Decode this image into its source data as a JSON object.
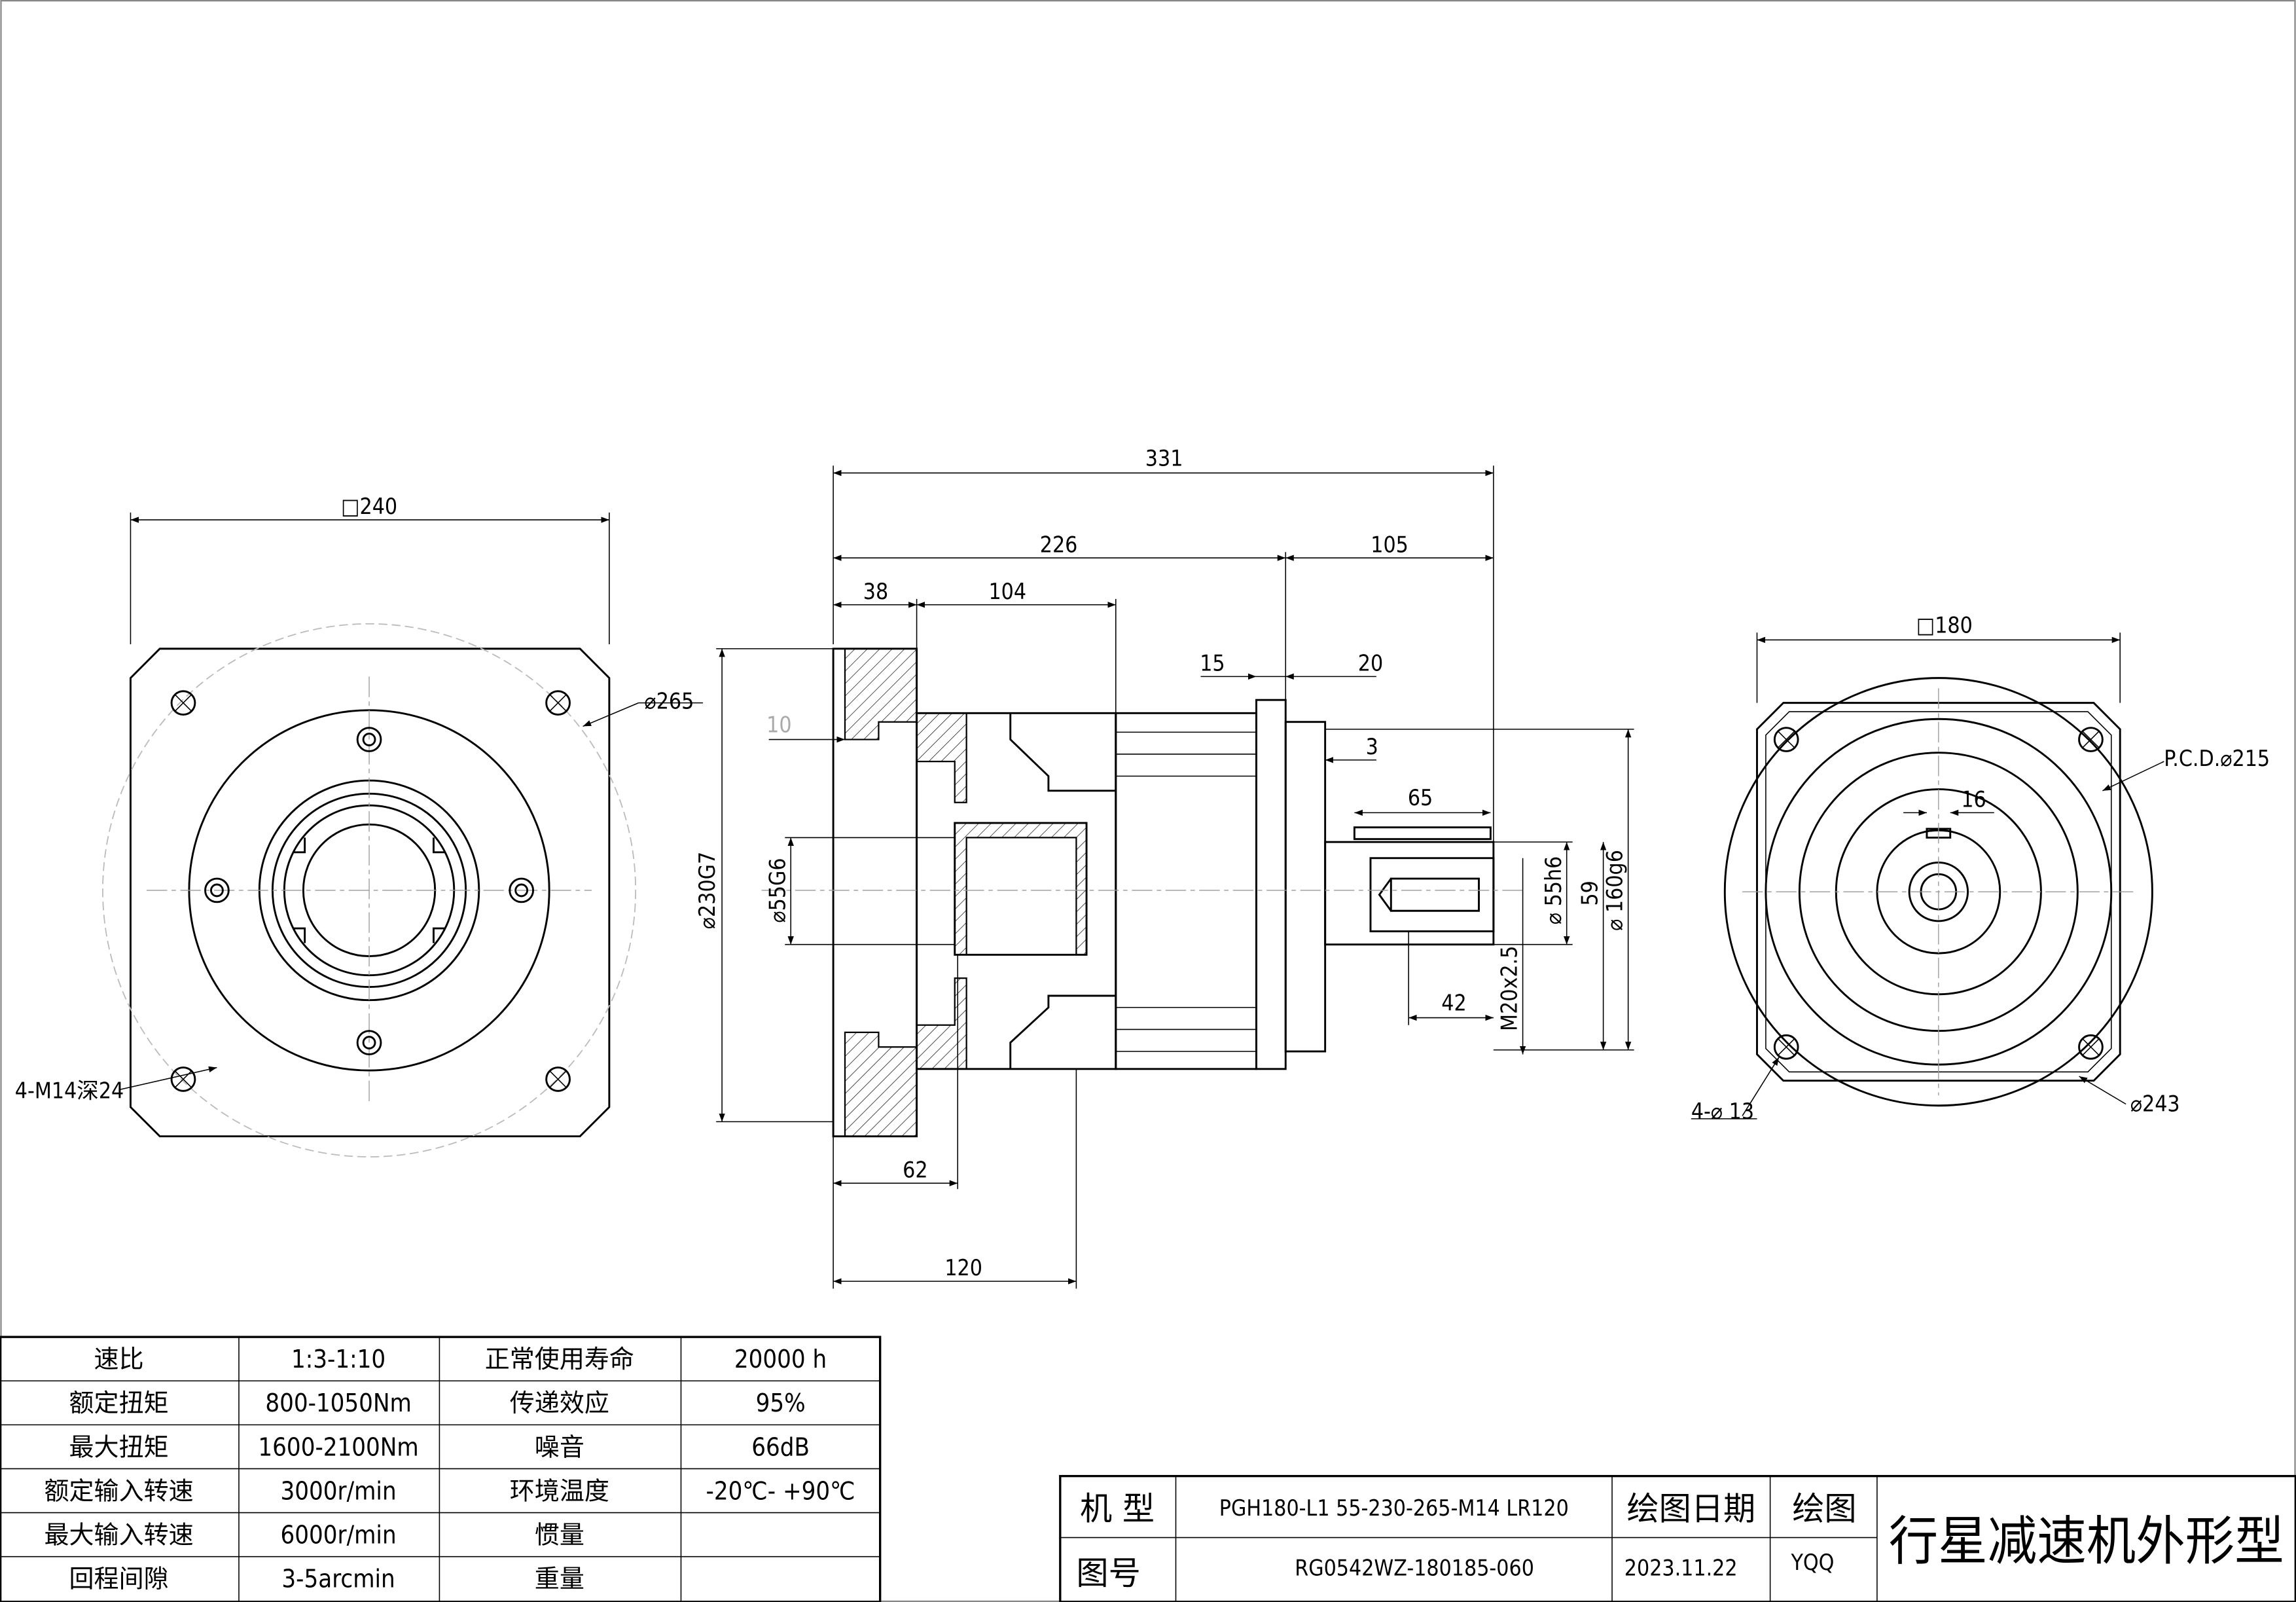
{
  "dims": {
    "left_square": "□240",
    "left_pcd": "⌀265",
    "left_tapped_holes": "4-M14深24",
    "overall_length": "331",
    "body_length": "226",
    "shaft_length": "105",
    "flange_thickness": "38",
    "housing_length": "104",
    "d15": "15",
    "d20": "20",
    "d10": "10",
    "d3": "3",
    "key_length": "65",
    "thread_depth": "42",
    "input_bore": "⌀230G7",
    "input_shaft_bore": "⌀55G6",
    "output_shaft": "⌀ 55h6",
    "key_height": "59",
    "pilot": "⌀ 160g6",
    "thread": "M20x2.5",
    "d62": "62",
    "d120": "120",
    "right_square": "□180",
    "right_pcd": "P.C.D.⌀215",
    "key_width": "16",
    "right_holes": "4-⌀ 13",
    "right_circle": "⌀243"
  },
  "specs": {
    "rows": [
      [
        "速比",
        "1:3-1:10",
        "正常使用寿命",
        "20000  h"
      ],
      [
        "额定扭矩",
        "800-1050Nm",
        "传递效应",
        "95%"
      ],
      [
        "最大扭矩",
        "1600-2100Nm",
        "噪音",
        "66dB"
      ],
      [
        "额定输入转速",
        "3000r/min",
        "环境温度",
        "-20℃-  +90℃"
      ],
      [
        "最大输入转速",
        "6000r/min",
        "惯量",
        ""
      ],
      [
        "回程间隙",
        "3-5arcmin",
        "重量",
        ""
      ]
    ]
  },
  "title_block": {
    "model_label": "机  型",
    "model_value": "PGH180-L1 55-230-265-M14  LR120",
    "drawing_no_label": "图号",
    "drawing_no_value": "RG0542WZ-180185-060",
    "date_label": "绘图日期",
    "date_value": "2023.11.22",
    "drawer_label": "绘图",
    "drawer_value": "YQQ",
    "title": "行星减速机外形型"
  }
}
